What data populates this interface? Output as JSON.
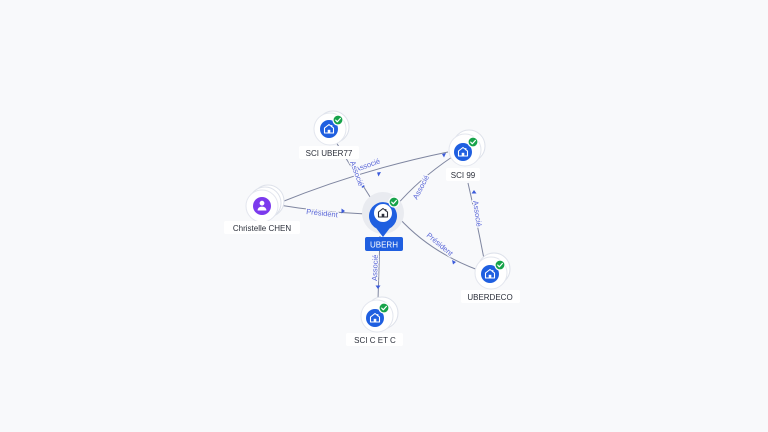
{
  "center": {
    "label": "UBERH",
    "icon": "building-icon",
    "verified": true
  },
  "nodes": {
    "sci_uber77": {
      "label": "SCI UBER77",
      "icon": "building-icon",
      "verified": true
    },
    "sci_99": {
      "label": "SCI 99",
      "icon": "building-icon",
      "verified": true
    },
    "christelle_chen": {
      "label": "Christelle CHEN",
      "icon": "person-icon",
      "verified": false
    },
    "uberdeco": {
      "label": "UBERDECO",
      "icon": "building-icon",
      "verified": true
    },
    "sci_c_et_c": {
      "label": "SCI C ET C",
      "icon": "building-icon",
      "verified": true
    }
  },
  "edges": [
    {
      "from": "christelle_chen",
      "to": "uberh",
      "label": "Président"
    },
    {
      "from": "christelle_chen",
      "to": "sci_99",
      "label": "Associé"
    },
    {
      "from": "sci_uber77",
      "to": "uberh",
      "label": "Associé"
    },
    {
      "from": "uberh",
      "to": "sci_99",
      "label": "Associé"
    },
    {
      "from": "uberh",
      "to": "uberdeco",
      "label": "Président"
    },
    {
      "from": "uberdeco",
      "to": "sci_99",
      "label": "Associé"
    },
    {
      "from": "uberh",
      "to": "sci_c_et_c",
      "label": "Associé"
    }
  ],
  "colors": {
    "company": "#1f5fe0",
    "person": "#7c3aed",
    "verified": "#17a34a",
    "edge": "#7f86a0",
    "edge_label": "#5a67d8"
  }
}
